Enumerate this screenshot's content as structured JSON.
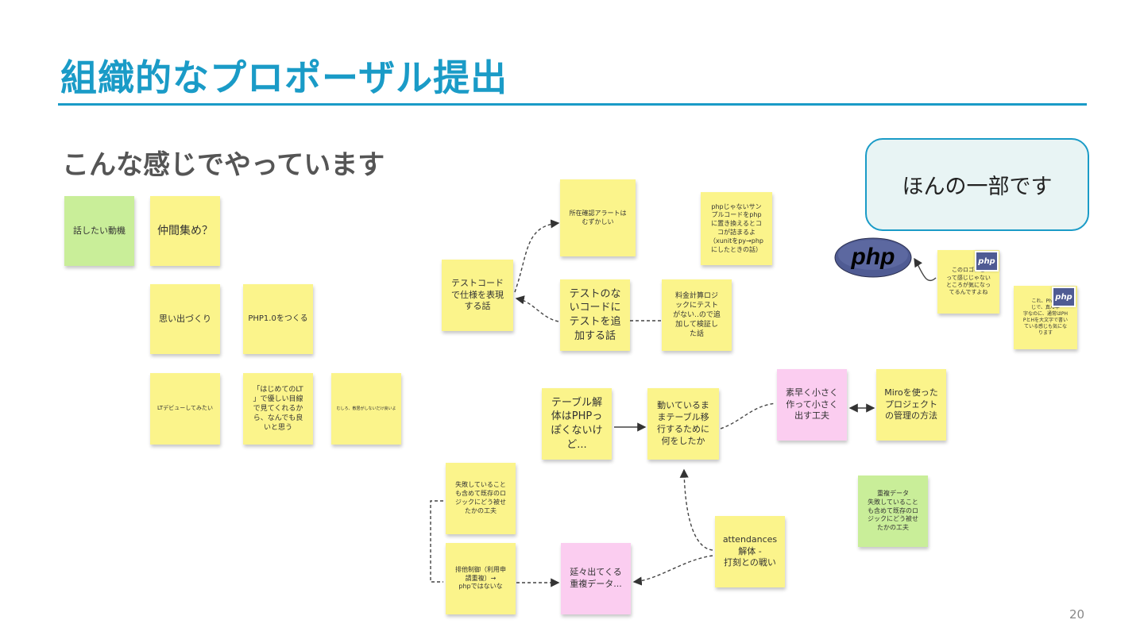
{
  "slide": {
    "title": "組織的なプロポーザル提出",
    "subtitle": "こんな感じでやっています",
    "callout": "ほんの一部です",
    "page_number": "20"
  },
  "colors": {
    "accent": "#1a9bc7",
    "note_yellow": "#fbf48b",
    "note_green": "#c9ee99",
    "note_pink": "#fbcdf0",
    "php_logo": "#4f5b93"
  },
  "php_logo_text": "php",
  "notes": {
    "motive": "話したい動機",
    "nakama": "仲間集め？",
    "omoide": "思い出づくり",
    "php10": "PHP1.0をつくる",
    "lt_debut": "LTデビューしてみたい",
    "hajimete": "「はじめてのLT\n」で優しい目線\nで見てくれるか\nら、なんでも良\nいと思う",
    "tiny": "むしろ、敷居がしないだけ良いよ",
    "test_code": "テストコード\nで仕様を表現\nする話",
    "alert": "所在確認アラートは\nむずかしい",
    "php_sample": "phpじゃないサン\nプルコードをphp\nに置き換えるとコ\nコが詰まるよ\n（xunitをpy→php\nにしたときの話）",
    "no_test": "テストのな\nいコードに\nテストを追\n加する話",
    "ryokin": "料金計算ロジ\nックにテスト\nがない..ので追\n加して検証し\nた話",
    "logo_note": "このロゴ、こ\nって感じじゃない\nところが気になっ\nてるんですよね",
    "php_caps": "これ、PhPと\nじで、真ん中\n字なのに、通常はPH\nPとHを大文字で書い\nている感じも気にな\nります",
    "table_php": "テーブル解\n体はPHPっ\nぽくないけ\nど...",
    "moving": "動いているま\nまテーブル移\n行するために\n何をしたか",
    "quick": "素早く小さく\n作って小さく\n出す工夫",
    "miro": "Miroを使った\nプロジェクト\nの管理の方法",
    "failing": "失敗していること\nも含めて既存のロ\nジックにどう被せ\nたかの工夫",
    "dup_green": "重複データ\n失敗していること\nも含めて既存のロ\nジックにどう被せ\nたかの工夫",
    "exclusive": "排他制御（利用申\n請重複）→\nphpではないな",
    "delayed": "延々出てくる\n重複データ...",
    "attendances": "attendances\n解体 -\n打刻との戦い"
  }
}
